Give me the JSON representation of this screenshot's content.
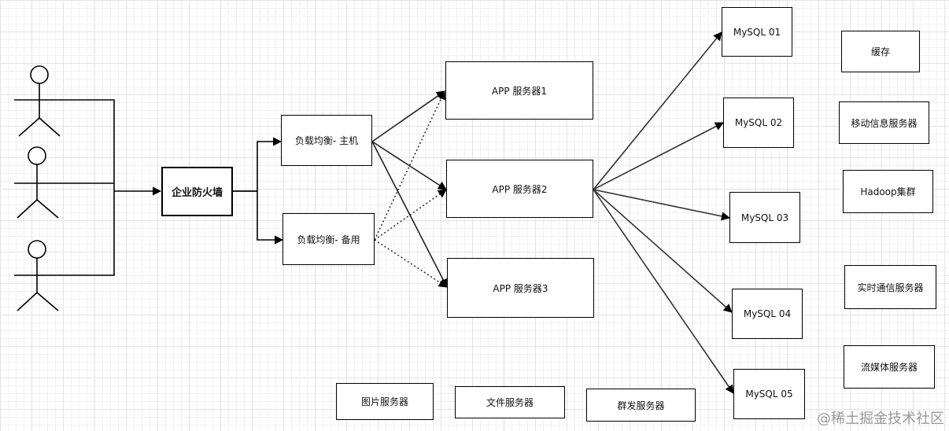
{
  "nodes": {
    "firewall": "企业防火墙",
    "lb_main": "负载均衡- 主机",
    "lb_backup": "负载均衡- 备用",
    "app1": "APP 服务器1",
    "app2": "APP 服务器2",
    "app3": "APP 服务器3",
    "mysql01": "MySQL 01",
    "mysql02": "MySQL 02",
    "mysql03": "MySQL 03",
    "mysql04": "MySQL 04",
    "mysql05": "MySQL 05",
    "cache": "缓存",
    "mobile": "移动信息服务器",
    "hadoop": "Hadoop集群",
    "realtime": "实时通信服务器",
    "streaming": "流媒体服务器",
    "image": "图片服务器",
    "file": "文件服务器",
    "broadcast": "群发服务器"
  },
  "watermark": "@稀土掘金技术社区"
}
